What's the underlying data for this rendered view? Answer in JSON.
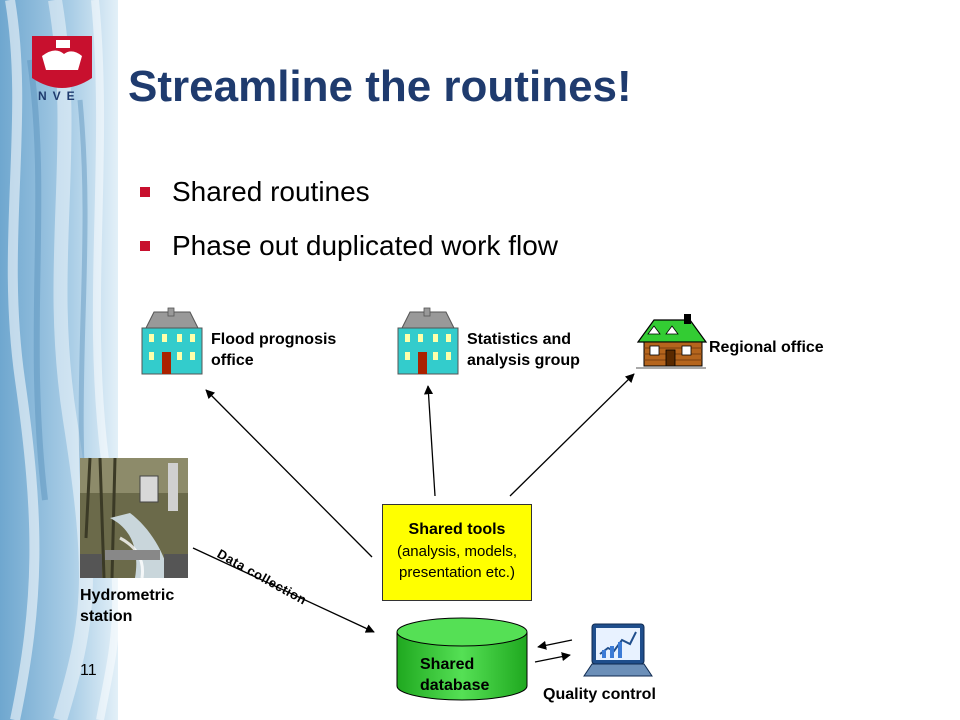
{
  "logo": {
    "text": "NVE",
    "icon": "nve-crest-icon"
  },
  "title": "Streamline the routines!",
  "bullets": [
    "Shared routines",
    "Phase out duplicated work flow"
  ],
  "nodes": {
    "flood_office": {
      "label_1": "Flood prognosis",
      "label_2": "office",
      "icon": "building-icon"
    },
    "stats_group": {
      "label_1": "Statistics and",
      "label_2": "analysis group",
      "icon": "building-icon"
    },
    "regional_office": {
      "label": "Regional office",
      "icon": "house-icon"
    },
    "hydrometric": {
      "label_1": "Hydrometric",
      "label_2": "station",
      "icon": "hydrometric-station-photo"
    },
    "shared_tools": {
      "label_1": "Shared tools",
      "label_2": "(analysis, models,",
      "label_3": "presentation etc.)"
    },
    "shared_db": {
      "label_1": "Shared",
      "label_2": "database",
      "icon": "database-cylinder-icon"
    },
    "quality_control": {
      "label": "Quality control",
      "icon": "laptop-chart-icon"
    }
  },
  "edges": {
    "data_collection": "Data collection"
  },
  "slide_number": "11",
  "colors": {
    "title": "#1f3b6e",
    "bullet": "#c8102e",
    "tools_fill": "#ffff00",
    "db_fill": "#33cc33",
    "building": "#33cccc"
  }
}
